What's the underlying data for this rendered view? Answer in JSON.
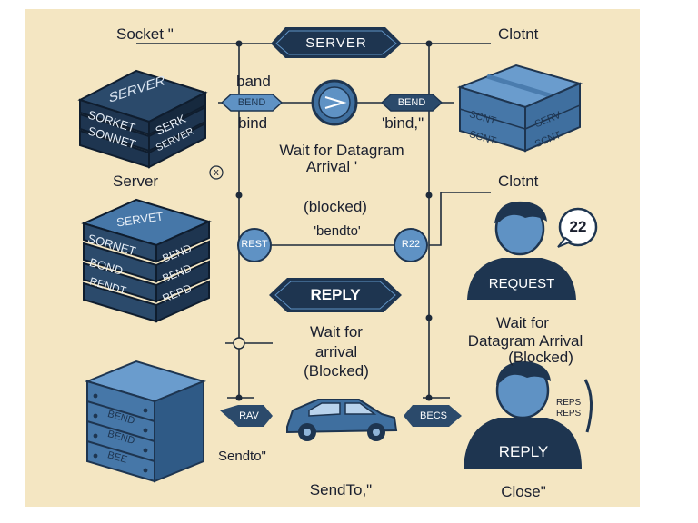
{
  "colors": {
    "background": "#f4e6c2",
    "frame": "#ffffff",
    "navy": "#1e3550",
    "blue": "#3f6f9f",
    "light_blue": "#5f92c4",
    "line": "#1d2a3a"
  },
  "top": {
    "socket_label": "Socket \"",
    "server_banner": "SERVER",
    "client_label": "Clotnt"
  },
  "left_column": {
    "server_stack_top": "SERVER",
    "server_stack_row1a": "SORKET",
    "server_stack_row1b": "SERK",
    "server_stack_row2a": "SONNET",
    "server_stack_row2b": "SERVER",
    "server_caption": "Server",
    "small_mark": "x",
    "stack2_top": "SERVET",
    "stack2_row1a": "SORNET",
    "stack2_row1b": "BEND",
    "stack2_row2a": "BOND",
    "stack2_row2b": "BEND",
    "stack2_row3a": "RENDT",
    "stack2_row3b": "REPD",
    "rack_row1": "BEND",
    "rack_row2": "BEND",
    "rack_row3": "BEE",
    "sendto_caption": "Sendto\""
  },
  "middle": {
    "band_label": "band",
    "bend_tag": "BEND",
    "bind_label": "bind",
    "bend_tag_right": "BEND",
    "bind_quote": "'bind,\"",
    "wait_line1": "Wait for Datagram",
    "wait_line2": "Arrival '",
    "blocked": "(blocked)",
    "bendto": "'bendto'",
    "rest_node": "REST",
    "r22_node": "R22",
    "reply_banner": "REPLY",
    "wait2_line1": "Wait for",
    "wait2_line2": "arrival",
    "wait2_line3": "(Blocked)",
    "arrow_tag_left": "RAV",
    "arrow_tag_right": "BECS",
    "sendto_bottom": "SendTo,\""
  },
  "right_column": {
    "client_box_label1": "SCNT",
    "client_box_label2": "SERV",
    "client_box_label3": "SCNT",
    "client_box_label4": "SCNT",
    "client_caption": "Clotnt",
    "speech_bubble": "22",
    "request_shirt": "REQUEST",
    "wait3_line1": "Wait for",
    "wait3_line2": "Datagram Arrival",
    "wait3_line3": "(Blocked)",
    "reps_note1": "REPS",
    "reps_note2": "REPS",
    "reply_shirt": "REPLY",
    "close_caption": "Close\""
  }
}
